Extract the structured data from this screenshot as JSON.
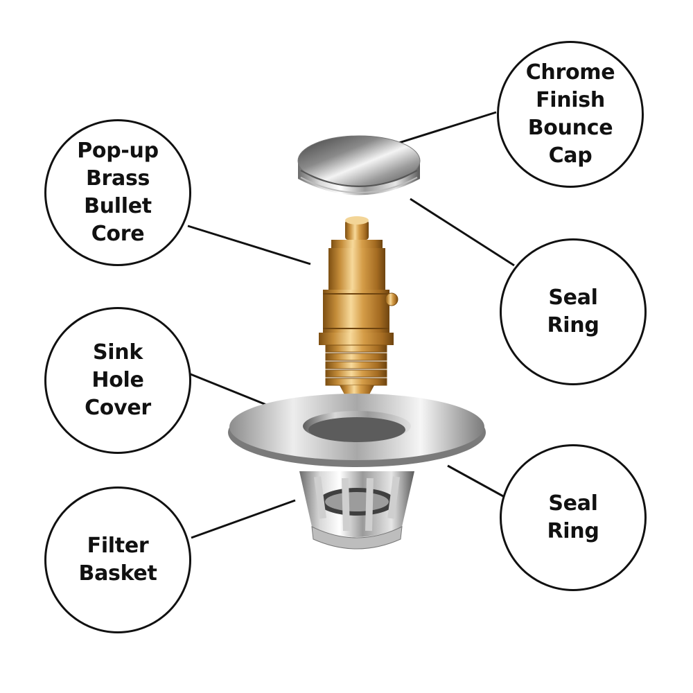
{
  "callouts": {
    "cap": "Chrome\nFinish\nBounce\nCap",
    "core": "Pop-up\nBrass\nBullet\nCore",
    "seal_top": "Seal\nRing",
    "cover": "Sink\nHole\nCover",
    "seal_bottom": "Seal\nRing",
    "basket": "Filter\nBasket"
  },
  "colors": {
    "outline": "#111111",
    "chrome_light": "#f2f2f2",
    "chrome_dark": "#4a4a4a",
    "brass_light": "#f1c77a",
    "brass_dark": "#8a5a18"
  }
}
